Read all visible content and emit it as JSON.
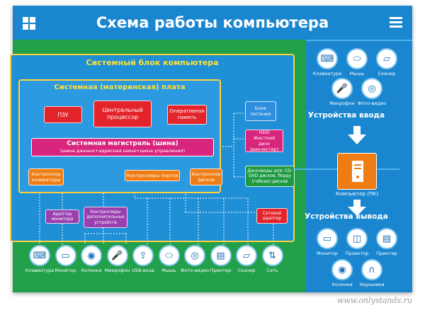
{
  "header": {
    "title": "Схема работы компьютера"
  },
  "system_unit": {
    "title": "Системный блок компьютера",
    "motherboard_title": "Системная (материнская) плата",
    "rom": "ПЗУ",
    "cpu": "Центральный процессор",
    "ram": "Оперативная память",
    "psu": "Блок питания",
    "hdd": "HDD Жесткий диск (винчестер)",
    "bus_title": "Системная магистраль (шина)",
    "bus_subtitle": "(шина данных+адресная шина+шина управления)",
    "kbd_controller": "Контроллер клавиатуры",
    "port_controllers": "Контроллеры портов",
    "disk_controller": "Контроллер дисков",
    "drives": "Дисководы для: CD-DVD дисков, floppy (гибких) дисков",
    "monitor_adapter": "Адаптер монитора",
    "extra_controllers": "Контроллеры дополнительных устройств",
    "network_adapter": "Сетевой адаптер"
  },
  "bottom_devices": [
    {
      "label": "Клавиатура",
      "icon": "keyboard-icon"
    },
    {
      "label": "Монитор",
      "icon": "monitor-icon"
    },
    {
      "label": "Колонки",
      "icon": "speaker-icon"
    },
    {
      "label": "Микрофон",
      "icon": "microphone-icon"
    },
    {
      "label": "USB-вход",
      "icon": "usb-icon"
    },
    {
      "label": "Мышь",
      "icon": "mouse-icon"
    },
    {
      "label": "Фото-видео",
      "icon": "camera-icon"
    },
    {
      "label": "Принтер",
      "icon": "printer-icon"
    },
    {
      "label": "Сканер",
      "icon": "scanner-icon"
    },
    {
      "label": "Сеть",
      "icon": "network-icon"
    }
  ],
  "input_devices": {
    "title": "Устройства ввода",
    "items": [
      {
        "label": "Клавиатура",
        "icon": "keyboard-icon"
      },
      {
        "label": "Мышь",
        "icon": "mouse-icon"
      },
      {
        "label": "Сканер",
        "icon": "scanner-icon"
      },
      {
        "label": "Микрофон",
        "icon": "microphone-icon"
      },
      {
        "label": "Фото-видео",
        "icon": "camera-icon"
      }
    ]
  },
  "computer": {
    "label": "Компьютер (ПК)"
  },
  "output_devices": {
    "title": "Устройства вывода",
    "items": [
      {
        "label": "Монитор",
        "icon": "monitor-icon"
      },
      {
        "label": "Проектор",
        "icon": "projector-icon"
      },
      {
        "label": "Принтер",
        "icon": "printer-icon"
      },
      {
        "label": "Колонки",
        "icon": "speaker-icon"
      },
      {
        "label": "Наушники",
        "icon": "headphones-icon"
      }
    ]
  },
  "watermark": "www.onlystands.ru",
  "colors": {
    "accent_blue": "#1a86cf",
    "background_green": "#22a04a",
    "frame_yellow": "#ffd23a",
    "red_box": "#e3242b",
    "orange_box": "#f07d14",
    "magenta_bus": "#d8267e"
  }
}
